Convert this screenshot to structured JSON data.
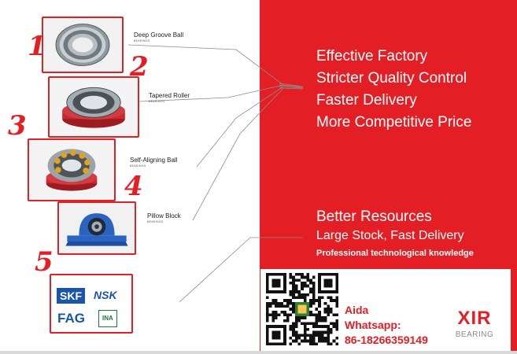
{
  "products": [
    {
      "number": "1",
      "label": "Deep Groove Ball",
      "sub": "BEARINGS",
      "image": "deep-groove-ball-bearing"
    },
    {
      "number": "2",
      "label": "Tapered Roller",
      "sub": "BEARINGS",
      "image": "tapered-roller-bearing"
    },
    {
      "number": "3",
      "label": "Self-Aligning Ball",
      "sub": "BEARINGS",
      "image": "self-aligning-ball-bearing"
    },
    {
      "number": "4",
      "label": "Pillow Block",
      "sub": "BEARINGS",
      "image": "pillow-block-bearing"
    },
    {
      "number": "5",
      "brands": [
        "SKF",
        "NSK",
        "FAG",
        "INA"
      ]
    }
  ],
  "slogans": [
    "Effective Factory",
    "Stricter Quality Control",
    "Faster Delivery",
    "More Competitive Price"
  ],
  "resources": {
    "title": "Better Resources",
    "line1": "Large Stock, Fast Delivery",
    "line2": "Professional technological knowledge"
  },
  "contact": {
    "name": "Aida",
    "whatsapp_label": "Whatsapp:",
    "phone": "86-18266359149"
  },
  "logo": {
    "mark": "XIR",
    "text": "BEARING"
  },
  "colors": {
    "brand_red": "#e31e24",
    "white": "#ffffff",
    "card_border": "#e31e24"
  },
  "icons": [
    "qr-code-icon",
    "xir-logo-icon"
  ]
}
